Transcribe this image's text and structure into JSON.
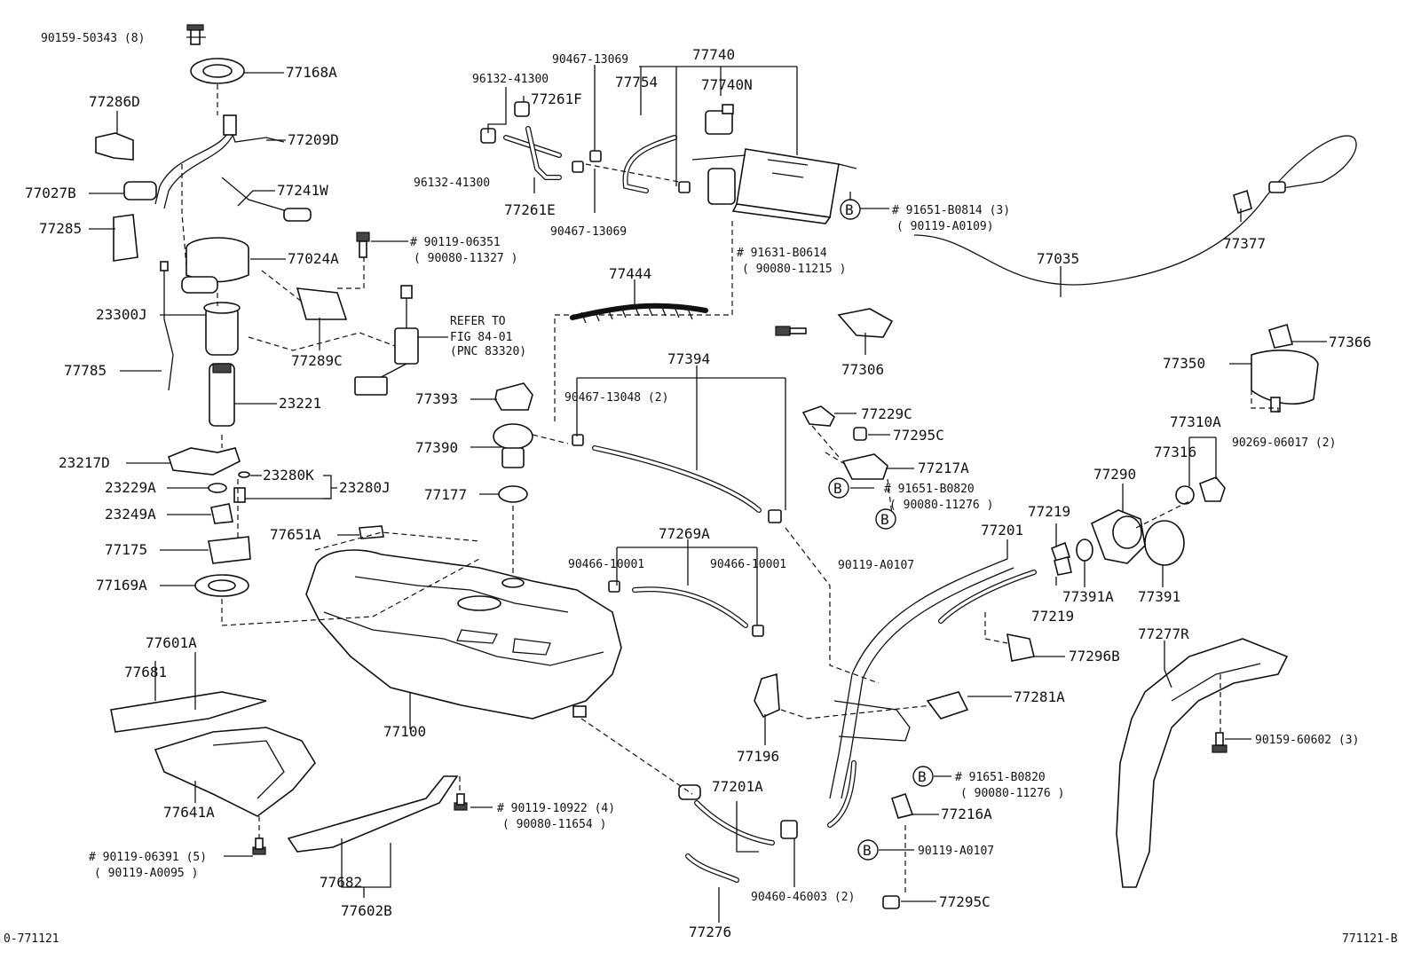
{
  "footer": {
    "left": "0-771121",
    "right": "771121-B"
  },
  "refer_note": [
    "REFER TO",
    "FIG 84-01",
    "(PNC 83320)"
  ],
  "labels": [
    {
      "id": "l1",
      "text": "90159-50343 (8)"
    },
    {
      "id": "l2",
      "text": "77168A"
    },
    {
      "id": "l3",
      "text": "77286D"
    },
    {
      "id": "l4",
      "text": "77209D"
    },
    {
      "id": "l5",
      "text": "77027B"
    },
    {
      "id": "l6",
      "text": "77241W"
    },
    {
      "id": "l7",
      "text": "77285"
    },
    {
      "id": "l8",
      "text": "77024A"
    },
    {
      "id": "l9",
      "text": "23300J"
    },
    {
      "id": "l10",
      "text": "77289C"
    },
    {
      "id": "l11",
      "text": "77785"
    },
    {
      "id": "l12",
      "text": "23221"
    },
    {
      "id": "l13",
      "text": "23217D"
    },
    {
      "id": "l14",
      "text": "23229A"
    },
    {
      "id": "l15",
      "text": "23280K"
    },
    {
      "id": "l16",
      "text": "23280J"
    },
    {
      "id": "l17",
      "text": "23249A"
    },
    {
      "id": "l18",
      "text": "77175"
    },
    {
      "id": "l19",
      "text": "77169A"
    },
    {
      "id": "l20",
      "text": "# 90119-06351"
    },
    {
      "id": "l21",
      "text": "( 90080-11327 )"
    },
    {
      "id": "l22",
      "text": "96132-41300"
    },
    {
      "id": "l23",
      "text": "77261F"
    },
    {
      "id": "l24",
      "text": "90467-13069"
    },
    {
      "id": "l25",
      "text": "77740"
    },
    {
      "id": "l26",
      "text": "77754"
    },
    {
      "id": "l27",
      "text": "77740N"
    },
    {
      "id": "l28",
      "text": "96132-41300"
    },
    {
      "id": "l29",
      "text": "77261E"
    },
    {
      "id": "l30",
      "text": "90467-13069"
    },
    {
      "id": "l31",
      "text": "# 91651-B0814 (3)"
    },
    {
      "id": "l32",
      "text": "( 90119-A0109)"
    },
    {
      "id": "l33",
      "text": "# 91631-B0614"
    },
    {
      "id": "l34",
      "text": "( 90080-11215 )"
    },
    {
      "id": "l35",
      "text": "77444"
    },
    {
      "id": "l36",
      "text": "77035"
    },
    {
      "id": "l37",
      "text": "77377"
    },
    {
      "id": "l38",
      "text": "77306"
    },
    {
      "id": "l39",
      "text": "77366"
    },
    {
      "id": "l40",
      "text": "77350"
    },
    {
      "id": "l41",
      "text": "77394"
    },
    {
      "id": "l42",
      "text": "90467-13048 (2)"
    },
    {
      "id": "l43",
      "text": "77393"
    },
    {
      "id": "l44",
      "text": "77390"
    },
    {
      "id": "l45",
      "text": "77177"
    },
    {
      "id": "l46",
      "text": "77229C"
    },
    {
      "id": "l47",
      "text": "77295C"
    },
    {
      "id": "l48",
      "text": "77217A"
    },
    {
      "id": "l49",
      "text": "# 91651-B0820"
    },
    {
      "id": "l50",
      "text": "( 90080-11276 )"
    },
    {
      "id": "l51",
      "text": "90119-A0107"
    },
    {
      "id": "l52",
      "text": "90269-06017 (2)"
    },
    {
      "id": "l53",
      "text": "77310A"
    },
    {
      "id": "l54",
      "text": "77316"
    },
    {
      "id": "l55",
      "text": "77290"
    },
    {
      "id": "l56",
      "text": "77219"
    },
    {
      "id": "l57",
      "text": "77201"
    },
    {
      "id": "l58",
      "text": "77219"
    },
    {
      "id": "l59",
      "text": "77391A"
    },
    {
      "id": "l60",
      "text": "77391"
    },
    {
      "id": "l61",
      "text": "77651A"
    },
    {
      "id": "l62",
      "text": "77269A"
    },
    {
      "id": "l63",
      "text": "90466-10001"
    },
    {
      "id": "l64",
      "text": "90466-10001"
    },
    {
      "id": "l65",
      "text": "77296B"
    },
    {
      "id": "l66",
      "text": "77277R"
    },
    {
      "id": "l67",
      "text": "77601A"
    },
    {
      "id": "l68",
      "text": "77681"
    },
    {
      "id": "l69",
      "text": "77100"
    },
    {
      "id": "l70",
      "text": "77281A"
    },
    {
      "id": "l71",
      "text": "77196"
    },
    {
      "id": "l72",
      "text": "90159-60602 (3)"
    },
    {
      "id": "l73",
      "text": "77641A"
    },
    {
      "id": "l74",
      "text": "# 90119-10922 (4)"
    },
    {
      "id": "l75",
      "text": "( 90080-11654 )"
    },
    {
      "id": "l76",
      "text": "77201A"
    },
    {
      "id": "l77",
      "text": "# 91651-B0820"
    },
    {
      "id": "l78",
      "text": "( 90080-11276 )"
    },
    {
      "id": "l79",
      "text": "77216A"
    },
    {
      "id": "l80",
      "text": "# 90119-06391 (5)"
    },
    {
      "id": "l81",
      "text": "( 90119-A0095 )"
    },
    {
      "id": "l82",
      "text": "77682"
    },
    {
      "id": "l83",
      "text": "77602B"
    },
    {
      "id": "l84",
      "text": "90119-A0107"
    },
    {
      "id": "l85",
      "text": "90460-46003 (2)"
    },
    {
      "id": "l86",
      "text": "77295C"
    },
    {
      "id": "l87",
      "text": "77276"
    }
  ],
  "markers": [
    "B",
    "B",
    "B",
    "B",
    "B"
  ]
}
